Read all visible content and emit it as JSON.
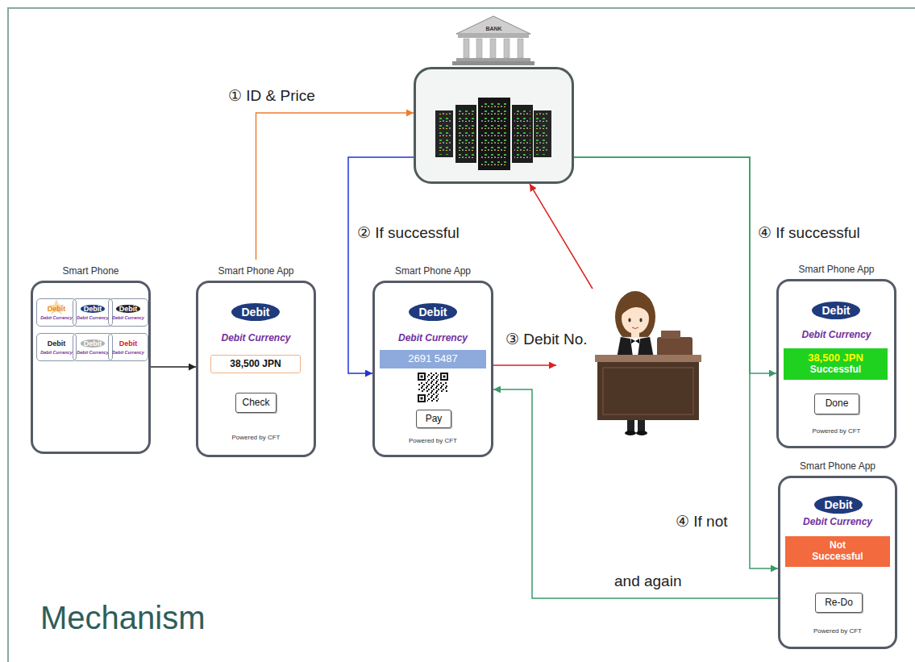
{
  "diagram": {
    "title": "Mechanism",
    "nodes": [
      {
        "text": [
          "BANK"
        ]
      },
      {
        "text": [
          "Smart Phone"
        ]
      },
      {
        "text": [
          "Debit",
          "Debit Currency"
        ],
        "in": 1
      },
      {
        "text": [
          "Debit",
          "Debit Currency"
        ],
        "in": 1
      },
      {
        "text": [
          "Debit",
          "Debit Currency"
        ],
        "in": 1
      },
      {
        "text": [
          "Debit",
          "Debit Currency"
        ],
        "in": 1
      },
      {
        "text": [
          "Debit",
          "Debit Currency"
        ],
        "in": 1
      },
      {
        "text": [
          "Debit",
          "Debit Currency"
        ],
        "in": 1
      },
      {
        "text": [
          "Smart Phone App",
          "Debit Currency",
          "Powered by CFT"
        ]
      },
      {
        "text": [
          "Debit"
        ],
        "in": 8
      },
      {
        "text": [
          "38,500 JPN"
        ],
        "in": 8
      },
      {
        "text": [
          "Check"
        ],
        "in": 8
      },
      {
        "text": [
          "Smart Phone App",
          "Debit Currency",
          "Powered by CFT"
        ]
      },
      {
        "text": [
          "Debit"
        ],
        "in": 12
      },
      {
        "text": [
          "2691 5487"
        ],
        "in": 12
      },
      {
        "text": [
          "Pay"
        ],
        "in": 12
      },
      {
        "text": []
      },
      {
        "text": [
          "Smart Phone App",
          "Debit Currency",
          "Powered by CFT"
        ]
      },
      {
        "text": [
          "Debit"
        ],
        "in": 17
      },
      {
        "text": [
          "38,500 JPN",
          "Successful"
        ],
        "in": 17
      },
      {
        "text": [
          "Done"
        ],
        "in": 17
      },
      {
        "text": [
          "Smart Phone App",
          "Debit Currency",
          "Powered by CFT"
        ]
      },
      {
        "text": [
          "Debit"
        ],
        "in": 21
      },
      {
        "text": [
          "Not Successful"
        ],
        "in": 21
      },
      {
        "text": [
          "Re-Do"
        ],
        "in": 21
      }
    ],
    "edges": [
      {
        "from": 1,
        "to": 8,
        "arrow": "to"
      },
      {
        "from": 8,
        "to": 0,
        "label": "① ID & Price",
        "arrow": "to"
      },
      {
        "from": 0,
        "to": 12,
        "label": "② If successful",
        "arrow": "to"
      },
      {
        "from": 12,
        "to": 16,
        "label": "③ Debit No.",
        "arrow": "to"
      },
      {
        "from": 16,
        "to": 0,
        "arrow": "to"
      },
      {
        "from": 0,
        "to": 17,
        "label": "④ If successful",
        "arrow": "to"
      },
      {
        "from": 0,
        "to": 21,
        "label": "④ If not",
        "arrow": "to"
      },
      {
        "from": 21,
        "to": 12,
        "label": "and again",
        "arrow": "to"
      }
    ]
  }
}
